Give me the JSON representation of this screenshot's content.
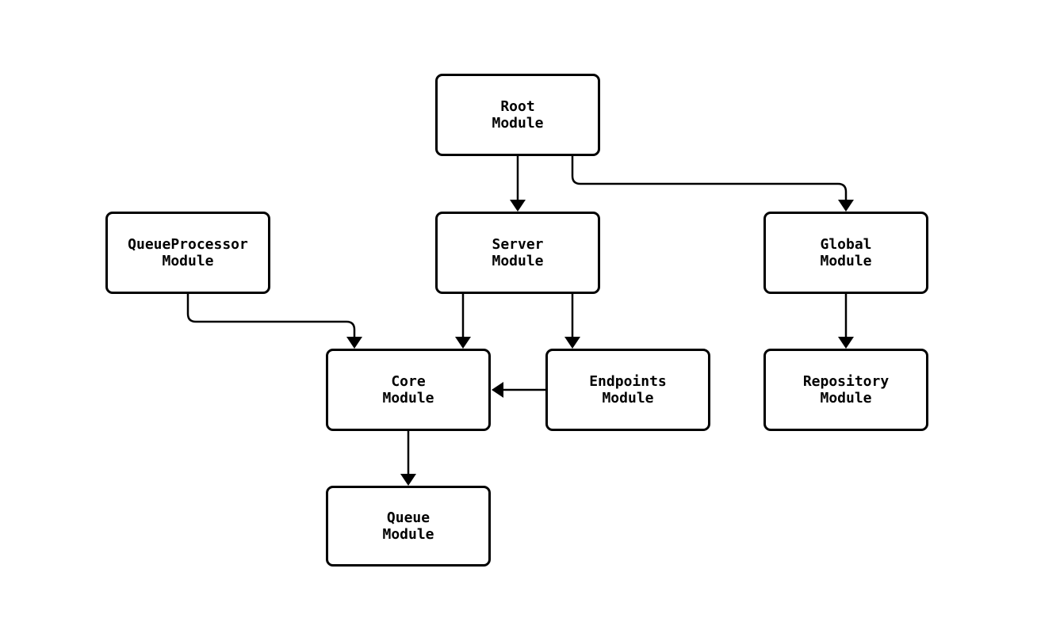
{
  "diagram": {
    "type": "module-dependency-graph",
    "colors": {
      "background": "#ffffff",
      "node_fill": "#ffffff",
      "node_border": "#000000",
      "edge": "#000000",
      "text": "#000000"
    },
    "nodes": [
      {
        "id": "root",
        "line1": "Root",
        "line2": "Module"
      },
      {
        "id": "queueprocessor",
        "line1": "QueueProcessor",
        "line2": "Module"
      },
      {
        "id": "server",
        "line1": "Server",
        "line2": "Module"
      },
      {
        "id": "global",
        "line1": "Global",
        "line2": "Module"
      },
      {
        "id": "core",
        "line1": "Core",
        "line2": "Module"
      },
      {
        "id": "endpoints",
        "line1": "Endpoints",
        "line2": "Module"
      },
      {
        "id": "repository",
        "line1": "Repository",
        "line2": "Module"
      },
      {
        "id": "queue",
        "line1": "Queue",
        "line2": "Module"
      }
    ],
    "edges": [
      {
        "from": "root",
        "to": "server"
      },
      {
        "from": "root",
        "to": "global"
      },
      {
        "from": "queueprocessor",
        "to": "core"
      },
      {
        "from": "server",
        "to": "core"
      },
      {
        "from": "server",
        "to": "endpoints"
      },
      {
        "from": "endpoints",
        "to": "core"
      },
      {
        "from": "global",
        "to": "repository"
      },
      {
        "from": "core",
        "to": "queue"
      }
    ]
  }
}
